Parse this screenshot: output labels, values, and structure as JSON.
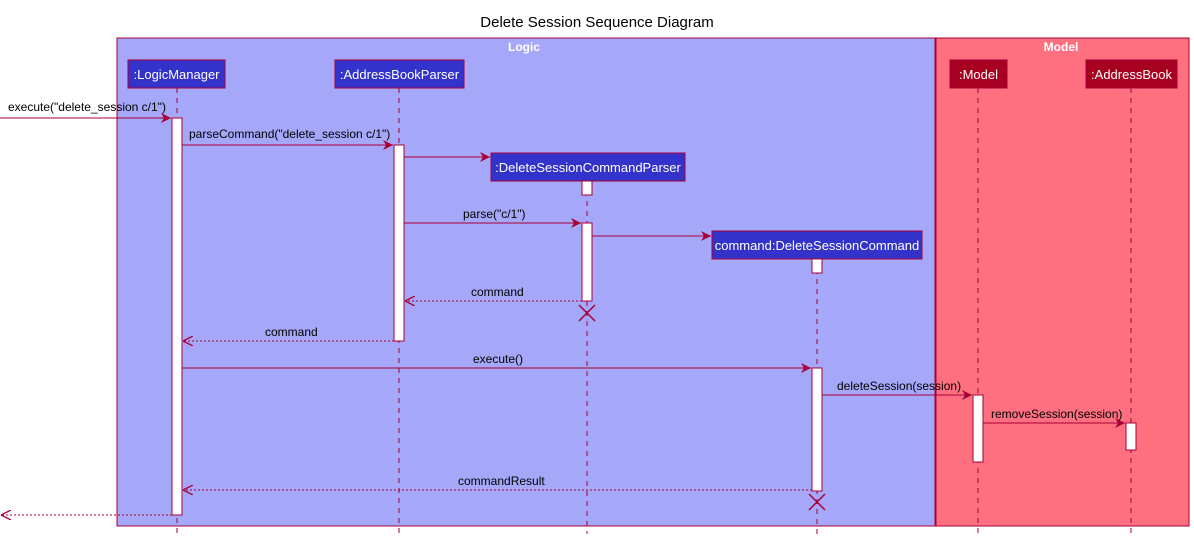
{
  "title": "Delete Session Sequence Diagram",
  "colors": {
    "logic_fill": "#A5A8F8",
    "model_fill": "#FE6F80",
    "frame_stroke": "#A80036",
    "participant_logic": "#3333CC",
    "participant_model": "#A80020",
    "arrow": "#A80036",
    "activation_fill": "#FFFFFF"
  },
  "boxes": {
    "logic": "Logic",
    "model": "Model"
  },
  "participants": {
    "logic_manager": ":LogicManager",
    "address_book_parser": ":AddressBookParser",
    "delete_session_command_parser": ":DeleteSessionCommandParser",
    "delete_session_command": "command:DeleteSessionCommand",
    "model": ":Model",
    "address_book": ":AddressBook"
  },
  "messages": {
    "execute_call": "execute(\"delete_session c/1\")",
    "parse_command": "parseCommand(\"delete_session c/1\")",
    "parse": "parse(\"c/1\")",
    "return_command_1": "command",
    "return_command_2": "command",
    "execute": "execute()",
    "delete_session": "deleteSession(session)",
    "remove_session": "removeSession(session)",
    "command_result": "commandResult"
  }
}
